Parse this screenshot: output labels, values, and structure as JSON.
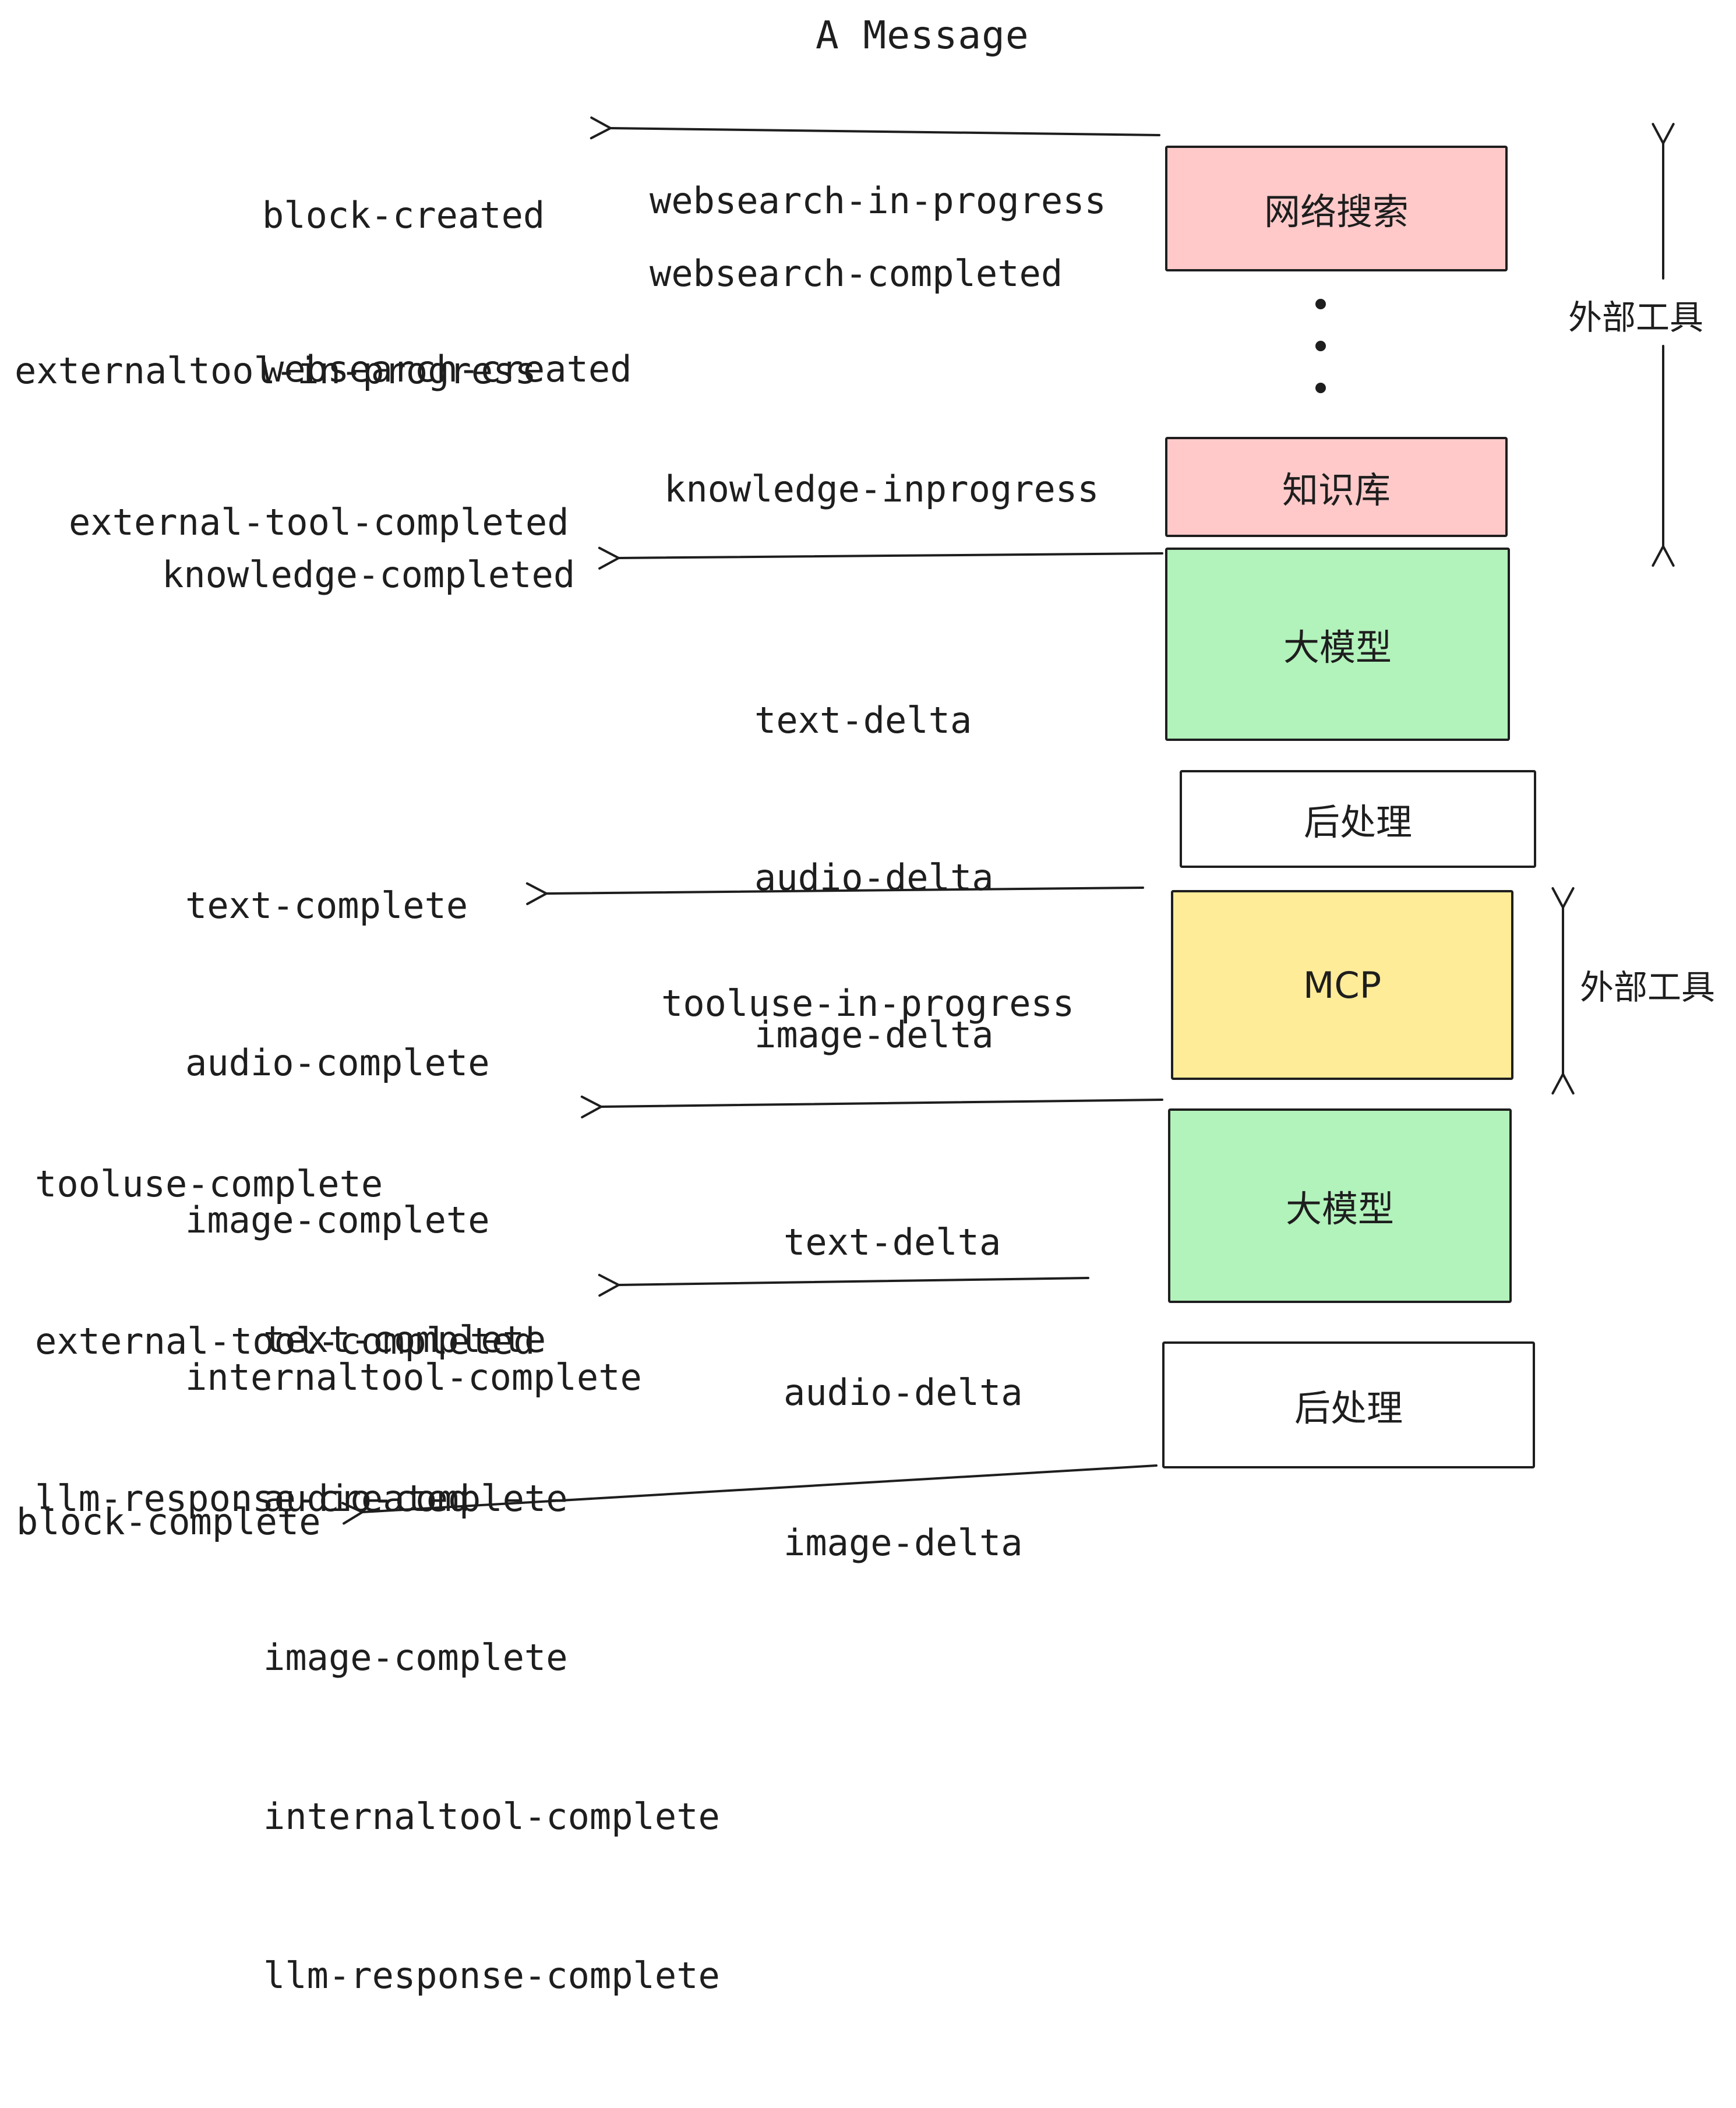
{
  "title": "A Message",
  "events": {
    "top_left": [
      "block-created",
      "websearch-created"
    ],
    "websearch_in_progress": "websearch-in-progress",
    "websearch_completed": "websearch-completed",
    "externaltool_in_progress": "externaltool-in-progress",
    "external_tool_completed": "external-tool-completed",
    "knowledge_inprogress": "knowledge-inprogress",
    "knowledge_completed": "knowledge-completed",
    "delta_group_1": [
      "text-delta",
      "audio-delta",
      "image-delta"
    ],
    "complete_group_1": [
      "text-complete",
      "audio-complete",
      "image-complete",
      "internaltool-complete"
    ],
    "tooluse_in_progress": "tooluse-in-progress",
    "tooluse_group": [
      "tooluse-complete",
      "external-tool-completed",
      "llm-response-created"
    ],
    "delta_group_2": [
      "text-delta",
      "audio-delta",
      "image-delta"
    ],
    "complete_group_2": [
      "text-complete",
      "audio-complete",
      "image-complete",
      "internaltool-complete",
      "llm-response-complete"
    ],
    "block_complete": "block-complete"
  },
  "boxes": {
    "websearch": {
      "label": "网络搜索",
      "fill": "#ffc9c9"
    },
    "knowledge": {
      "label": "知识库",
      "fill": "#ffc9c9"
    },
    "llm_1": {
      "label": "大模型",
      "fill": "#b2f2bb"
    },
    "postprocess_1": {
      "label": "后处理",
      "fill": "#ffffff"
    },
    "mcp": {
      "label": "MCP",
      "fill": "#ffec99"
    },
    "llm_2": {
      "label": "大模型",
      "fill": "#b2f2bb"
    },
    "postprocess_2": {
      "label": "后处理",
      "fill": "#ffffff"
    }
  },
  "side_labels": {
    "external_tools_top": "外部工具",
    "external_tools_mcp": "外部工具"
  },
  "colors": {
    "ink": "#1e1e1e",
    "pink": "#ffc9c9",
    "green": "#b2f2bb",
    "yellow": "#ffec99",
    "white": "#ffffff",
    "background": "#ffffff"
  }
}
